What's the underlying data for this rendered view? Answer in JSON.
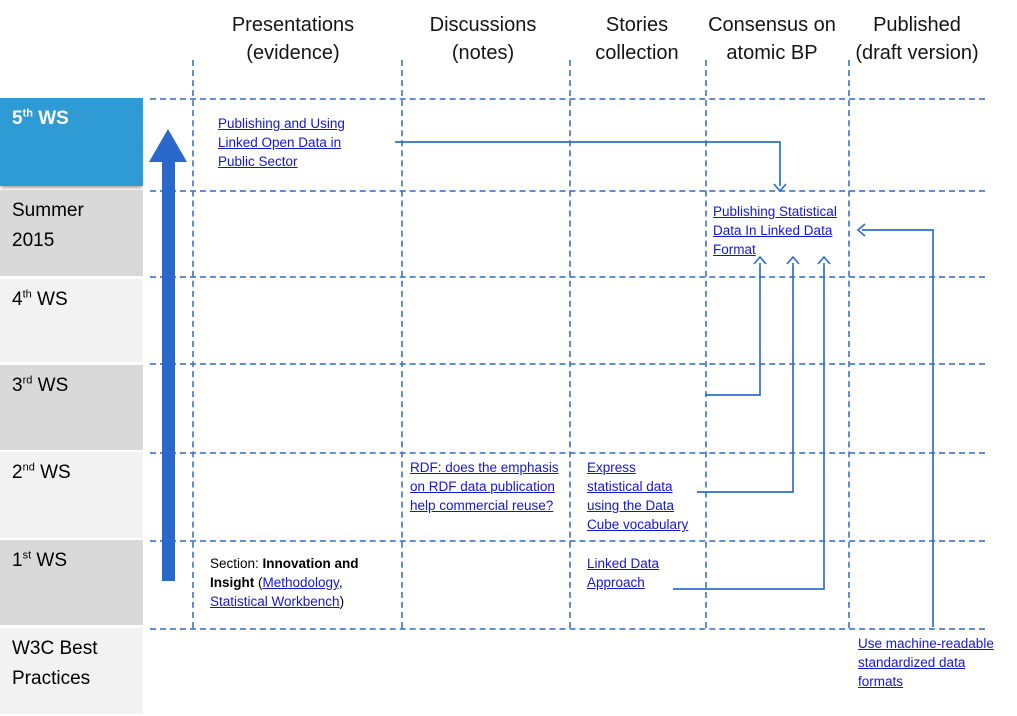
{
  "colors": {
    "row_highlight": "#2e9bd5",
    "row_gray_dark": "#d9d9d9",
    "row_gray_light": "#f2f2f2",
    "hyperlink": "#1515d6",
    "grid_dashed": "#4a78c9",
    "connector": "#2e6fd0",
    "big_arrow": "#2a68cc"
  },
  "columns": [
    {
      "line1": "Presentations",
      "line2": "(evidence)"
    },
    {
      "line1": "Discussions",
      "line2": "(notes)"
    },
    {
      "line1": "Stories",
      "line2": "collection"
    },
    {
      "line1": "Consensus on",
      "line2": "atomic BP"
    },
    {
      "line1": "Published",
      "line2": "(draft version)"
    }
  ],
  "rows": [
    {
      "pre": "5",
      "sup": "th",
      "post": " WS"
    },
    {
      "pre": "Summer 2015",
      "sup": "",
      "post": ""
    },
    {
      "pre": "4",
      "sup": "th",
      "post": " WS"
    },
    {
      "pre": "3",
      "sup": "rd",
      "post": " WS"
    },
    {
      "pre": "2",
      "sup": "nd",
      "post": " WS"
    },
    {
      "pre": "1",
      "sup": "st",
      "post": " WS"
    },
    {
      "pre": "W3C Best Practices",
      "sup": "",
      "post": ""
    }
  ],
  "items": {
    "publishing_using": {
      "lines": [
        "Publishing and Using",
        "Linked Open Data in",
        "Public Sector"
      ]
    },
    "publishing_statistical": {
      "lines": [
        "Publishing Statistical",
        "Data In Linked Data",
        "Format"
      ]
    },
    "rdf_question": {
      "lines": [
        "RDF: does the emphasis",
        "on RDF data publication",
        "help commercial reuse?"
      ]
    },
    "express_statistical": {
      "lines": [
        "Express",
        "statistical data",
        "using the Data",
        "Cube vocabulary"
      ]
    },
    "linked_data": {
      "lines": [
        "Linked Data",
        "Approach"
      ]
    },
    "use_machine": {
      "lines": [
        "Use machine-readable",
        "standardized data",
        "formats"
      ]
    },
    "section": {
      "prefix": "Section: ",
      "bold": "Innovation and Insight",
      "open": " (",
      "link1": "Methodology",
      "sep": ", ",
      "link2": "Statistical Workbench",
      "close": ")"
    }
  }
}
